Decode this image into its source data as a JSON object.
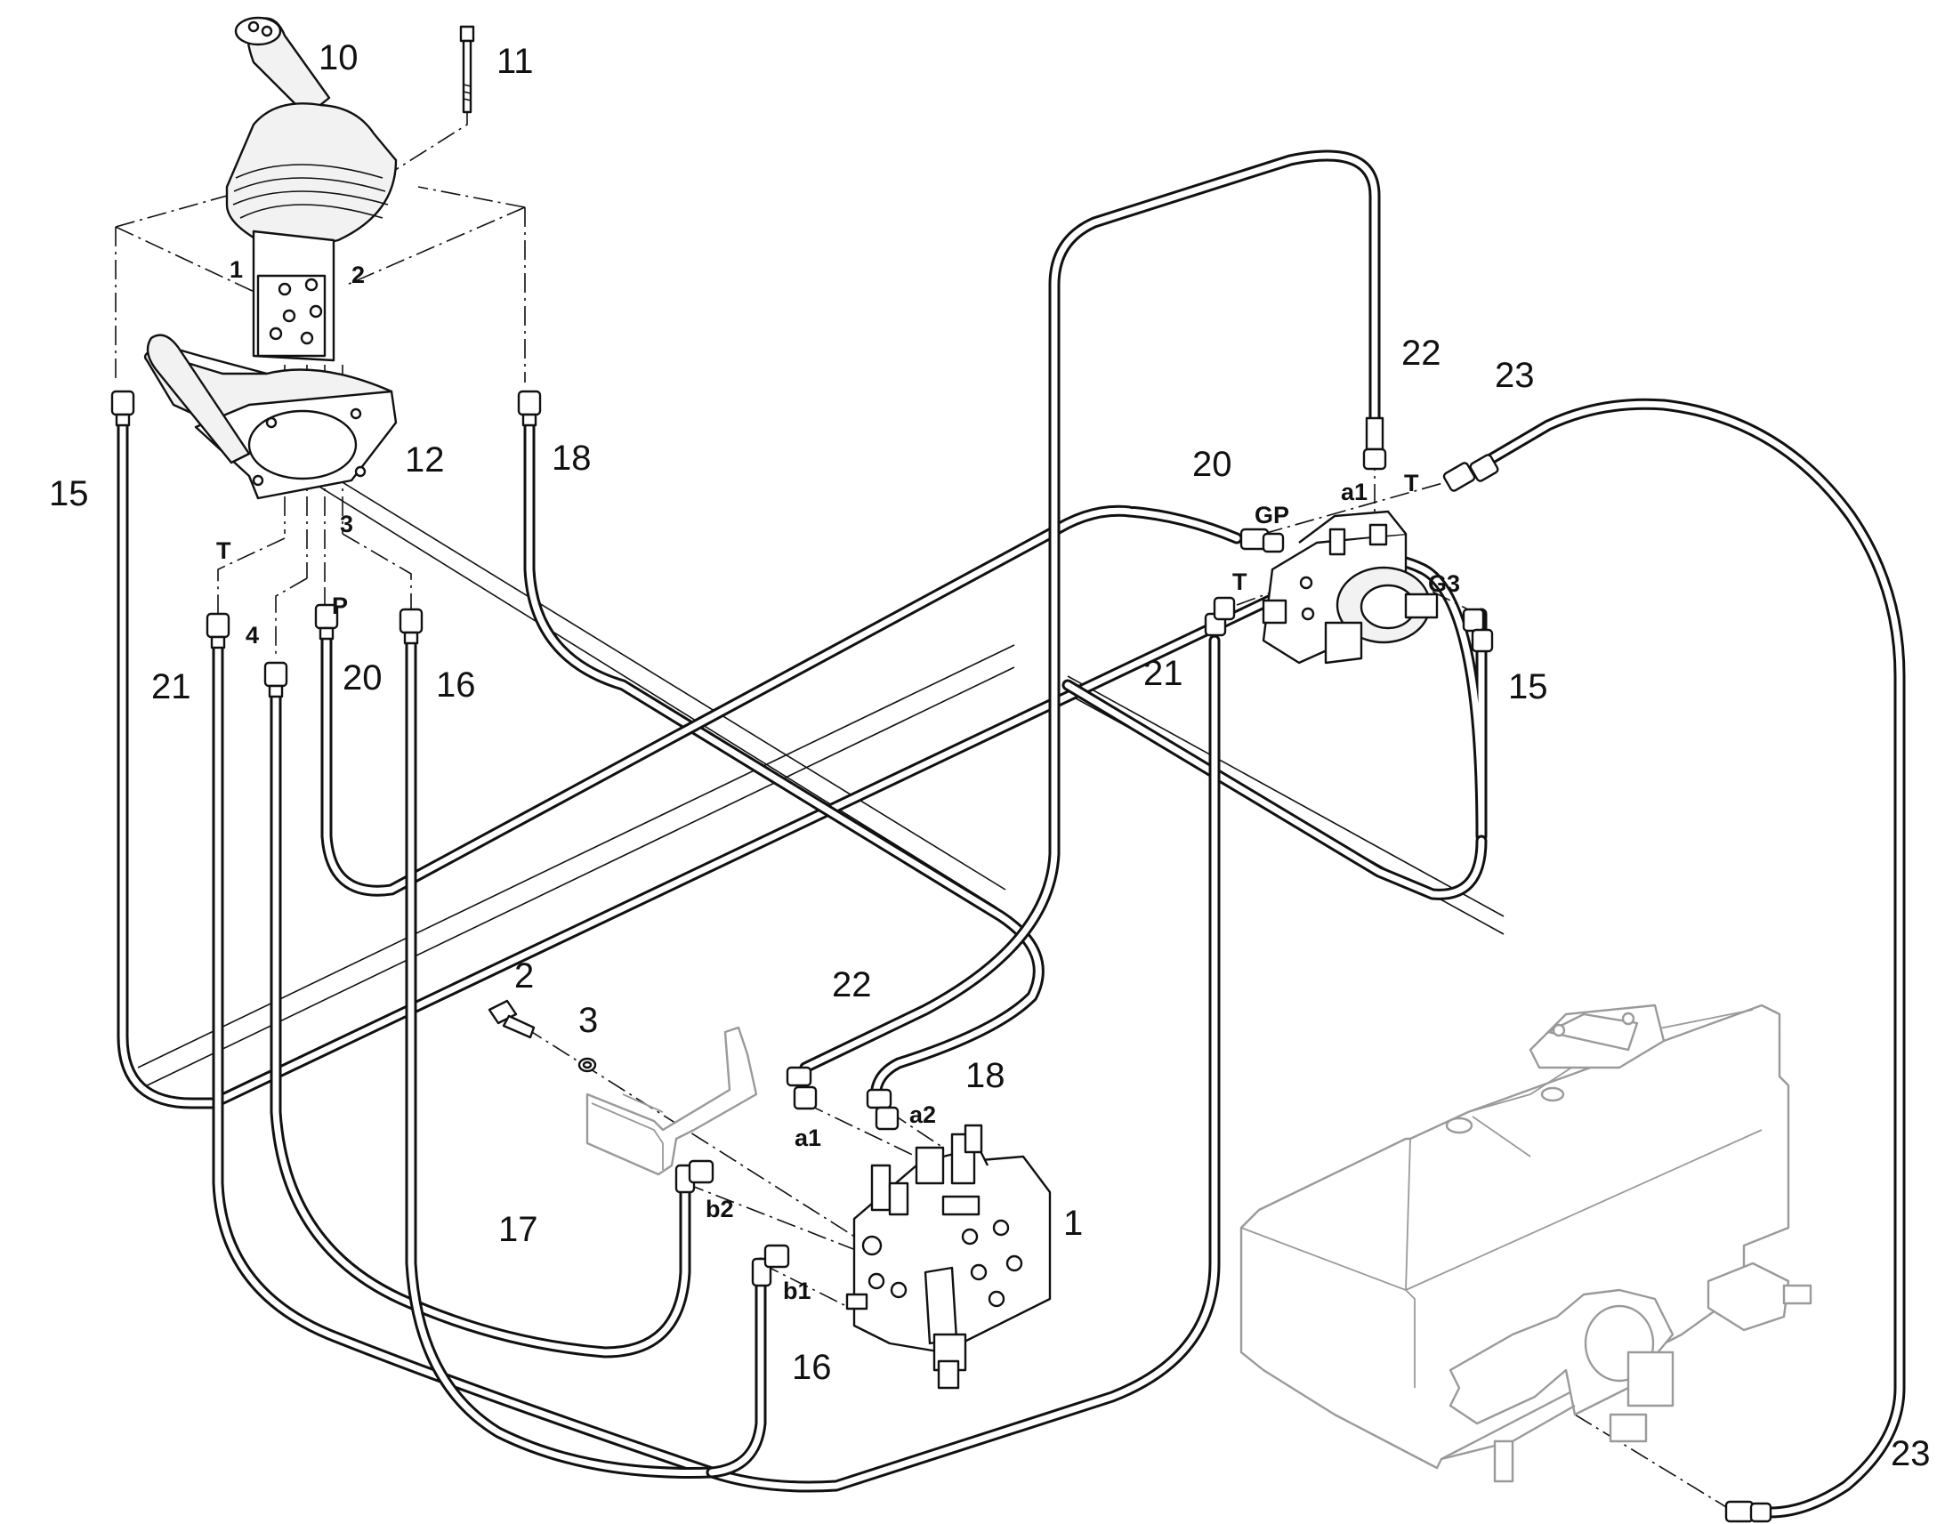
{
  "callouts": {
    "c10": "10",
    "c11": "11",
    "c12": "12",
    "c15a": "15",
    "c18a": "18",
    "c21a": "21",
    "c20a": "20",
    "c16a": "16",
    "c22a": "22",
    "c23a": "23",
    "c20b": "20",
    "c21b": "21",
    "c15b": "15",
    "c2": "2",
    "c3": "3",
    "c22b": "22",
    "c18b": "18",
    "c17": "17",
    "c1": "1",
    "c16b": "16",
    "c23b": "23"
  },
  "ports": {
    "joy1": "1",
    "joy2": "2",
    "joy3": "3",
    "joy4": "4",
    "joyT": "T",
    "joyP": "P",
    "pa1": "a1",
    "pT": "T",
    "pGP": "GP",
    "pT2": "T",
    "pG3": "G3",
    "va1": "a1",
    "va2": "a2",
    "vb2": "b2",
    "vb1": "b1"
  }
}
